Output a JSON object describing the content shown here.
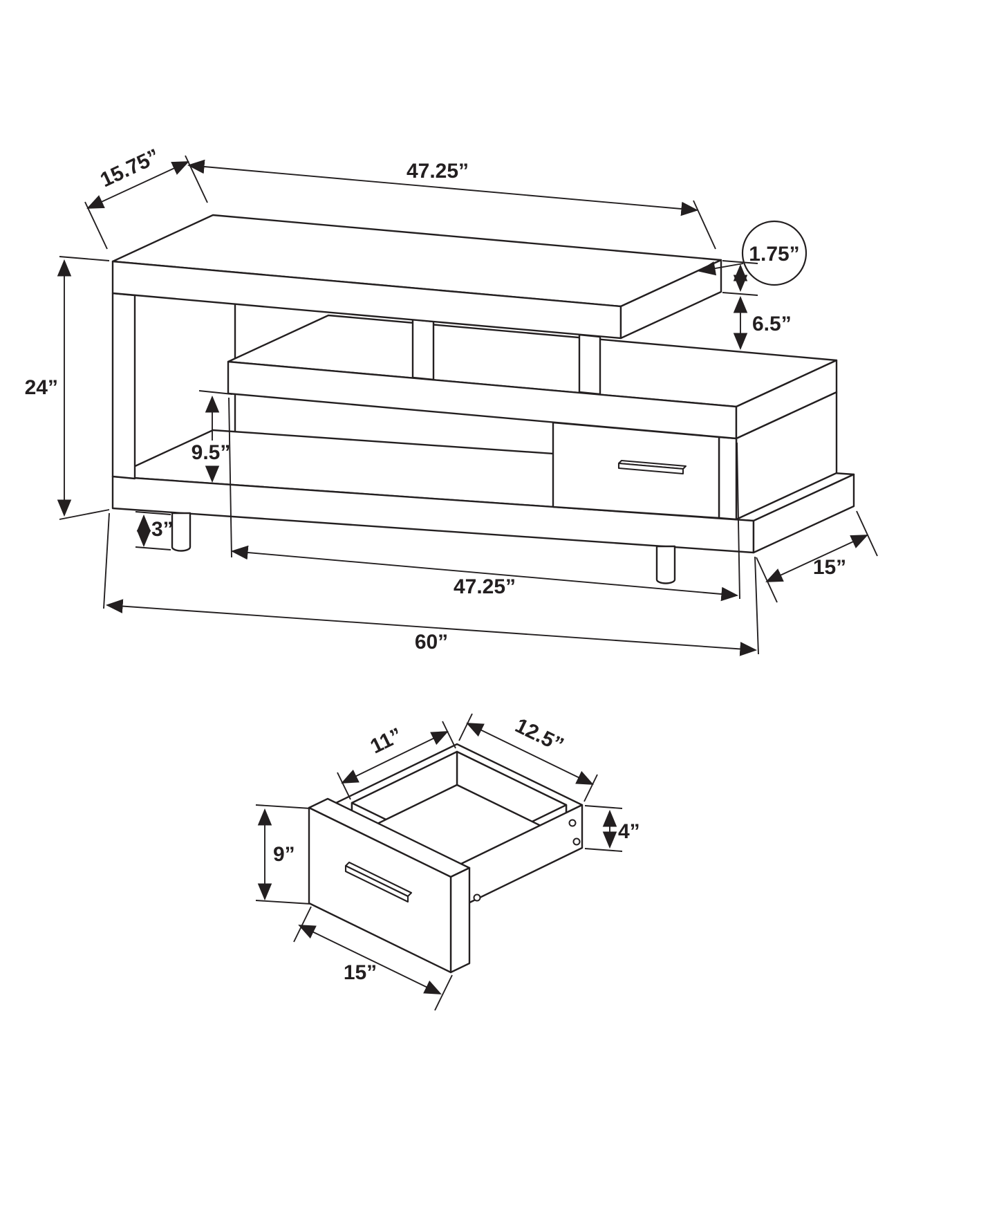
{
  "colors": {
    "line": "#231f20",
    "background": "#ffffff"
  },
  "assembled_view": {
    "name": "tv-stand-dimension-view",
    "dims": {
      "top_shelf_depth": "15.75”",
      "top_shelf_width": "47.25”",
      "top_shelf_thickness": "1.75”",
      "shelf_gap": "6.5”",
      "overall_height": "24”",
      "opening_height": "9.5”",
      "leg_height": "3”",
      "lower_shelf_width": "47.25”",
      "base_depth": "15”",
      "overall_width": "60”"
    }
  },
  "drawer_detail": {
    "name": "drawer-dimension-view",
    "dims": {
      "inner_depth": "11”",
      "outer_depth": "12.5”",
      "front_height": "9”",
      "side_height": "4”",
      "front_width": "15”"
    }
  }
}
